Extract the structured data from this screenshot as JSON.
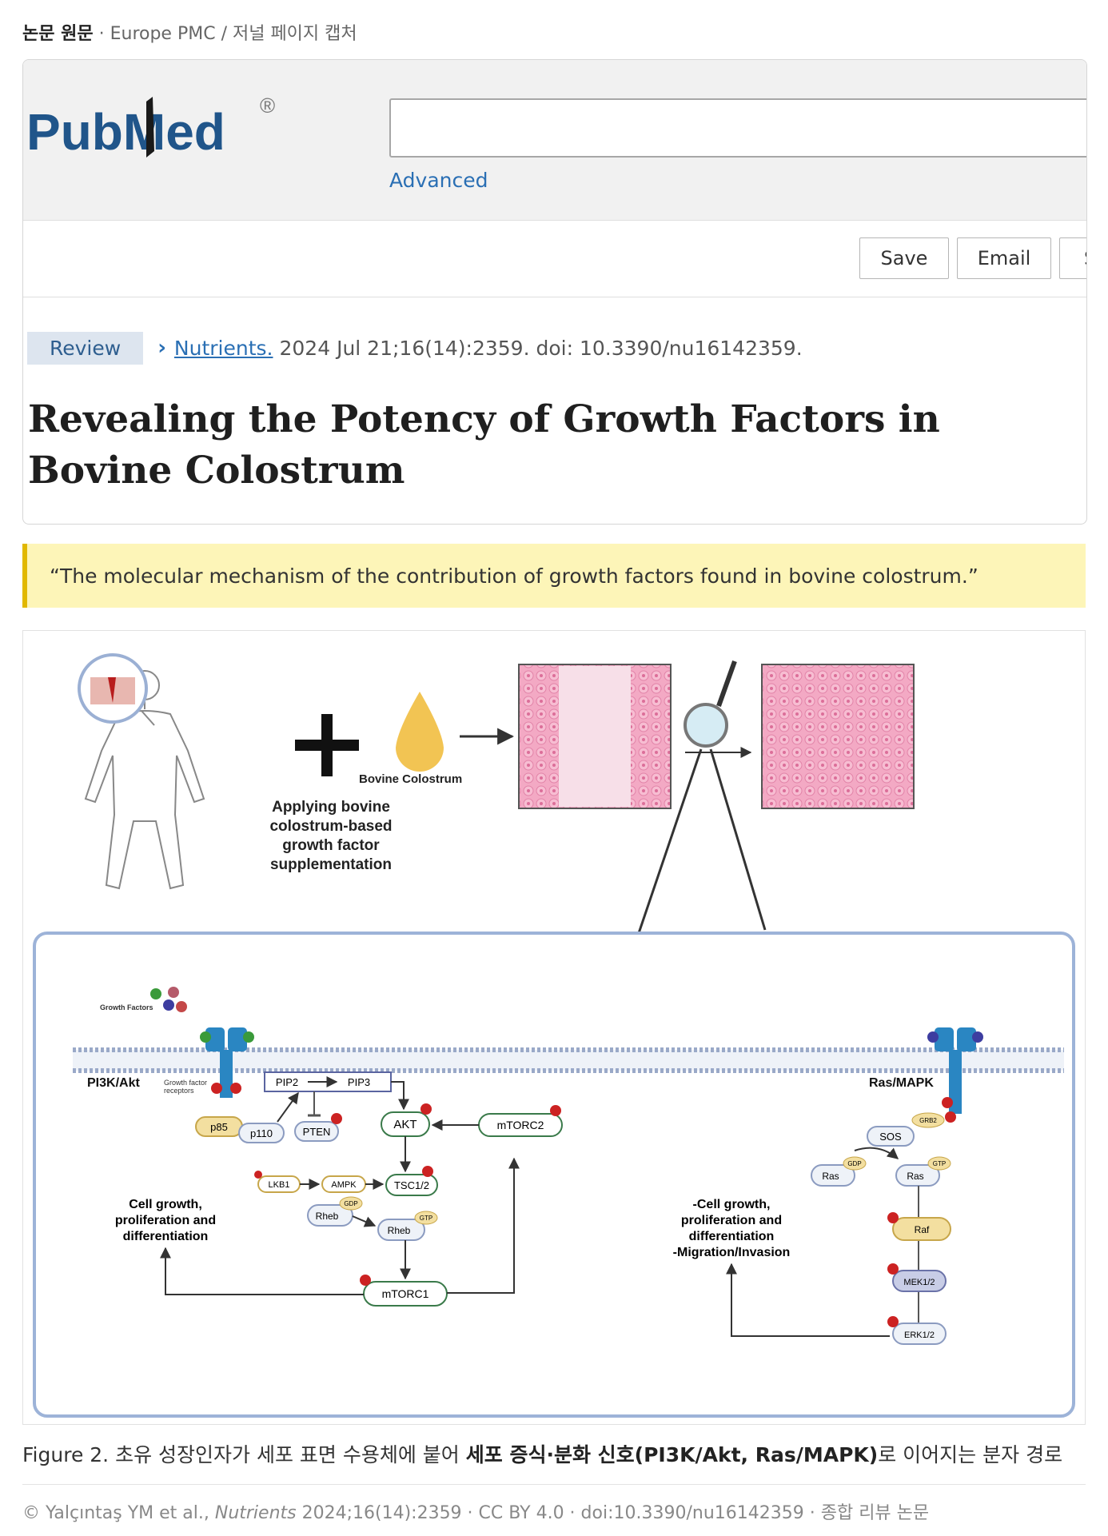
{
  "page_caption": {
    "bold": "논문 원문",
    "rest": " · Europe PMC / 저널 페이지 캡처"
  },
  "header": {
    "logo_text": "PubMed",
    "logo_mark": "®",
    "search_placeholder": "",
    "advanced_label": "Advanced"
  },
  "toolbar": {
    "save_label": "Save",
    "email_label": "Email",
    "more_label": "S"
  },
  "article": {
    "type_badge": "Review",
    "journal": "Nutrients.",
    "citation": "2024 Jul 21;16(14):2359. doi: 10.3390/nu16142359.",
    "title": "Revealing the Potency of Growth Factors in Bovine Colostrum"
  },
  "quote": "“The molecular mechanism of the contribution of growth factors found in bovine colostrum.”",
  "figure": {
    "bovine_colostrum": "Bovine Colostrum",
    "applying_lines": [
      "Applying bovine",
      "colostrum-based",
      "growth factor",
      "supplementation"
    ],
    "growth_factors": "Growth Factors",
    "pi3k_label": "PI3K/Akt",
    "receptor_lines": [
      "Growth factor",
      "receptors"
    ],
    "ras_mapk_label": "Ras/MAPK",
    "nodes": {
      "p85": "p85",
      "p110": "p110",
      "pip2": "PIP2",
      "pip3": "PIP3",
      "pten": "PTEN",
      "akt": "AKT",
      "mtorc2": "mTORC2",
      "lkb1": "LKB1",
      "ampk": "AMPK",
      "tsc": "TSC1/2",
      "rheb": "Rheb",
      "gdp": "GDP",
      "gtp": "GTP",
      "mtorc1": "mTORC1",
      "grb2": "GRB2",
      "sos": "SOS",
      "ras": "Ras",
      "raf": "Raf",
      "mek": "MEK1/2",
      "erk": "ERK1/2"
    },
    "left_outcome": [
      "Cell growth,",
      "proliferation and",
      "differentiation"
    ],
    "right_outcome": [
      "-Cell growth,",
      "proliferation and",
      "differentiation",
      "-Migration/Invasion"
    ]
  },
  "figure_caption": {
    "prefix": "Figure 2. 초유 성장인자가 세포 표면 수용체에 붙어 ",
    "bold": "세포 증식·분화 신호(PI3K/Akt, Ras/MAPK)",
    "suffix": "로 이어지는 분자 경로"
  },
  "footer": {
    "authors": "© Yalçıntaş YM et al., ",
    "journal": "Nutrients",
    "rest": " 2024;16(14):2359 · CC BY 4.0 · doi:10.3390/nu16142359 · 종합 리뷰 논문"
  },
  "colors": {
    "pubmed_blue": "#20558a",
    "link_blue": "#2a6fb4",
    "quote_bg": "#fdf5b8",
    "quote_border": "#e1b800",
    "tissue_pink": "#f2a6c3",
    "pathway_frame": "#9db3d8",
    "phospho_red": "#cc2222"
  },
  "icons": {
    "review_chevron": "chevron-right-icon",
    "magnifier": "magnifier-icon",
    "droplet": "droplet-icon",
    "plus": "plus-icon"
  }
}
